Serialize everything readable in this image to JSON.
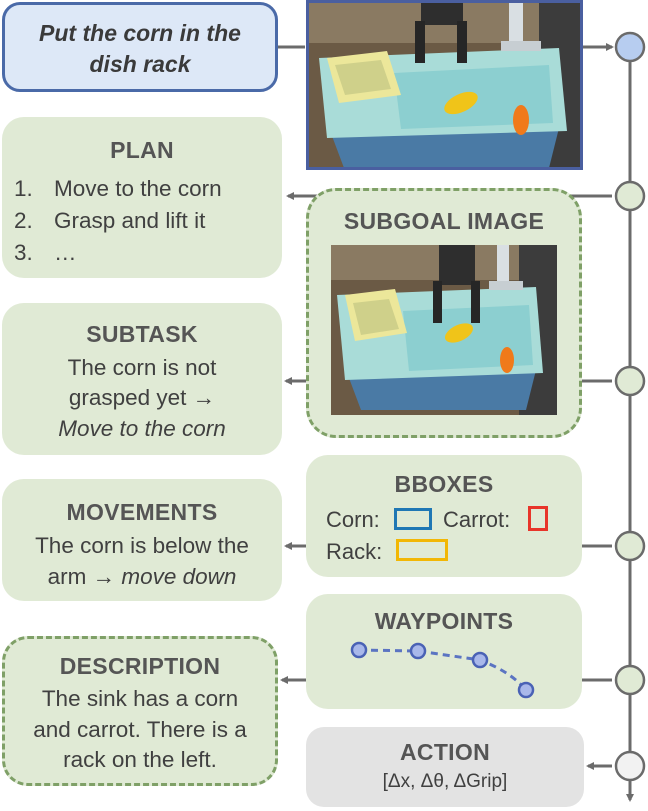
{
  "instruction": {
    "line1": "Put the corn in the",
    "line2": "dish rack"
  },
  "plan": {
    "title": "PLAN",
    "items": [
      {
        "num": "1.",
        "text": "Move to the corn"
      },
      {
        "num": "2.",
        "text": "Grasp and lift it"
      },
      {
        "num": "3.",
        "text": "…"
      }
    ]
  },
  "subgoal": {
    "title": "SUBGOAL IMAGE"
  },
  "subtask": {
    "title": "SUBTASK",
    "line1": "The corn is not",
    "line2": "grasped yet →",
    "line3": "Move to the corn"
  },
  "movements": {
    "title": "MOVEMENTS",
    "line1": "The corn is below the",
    "line2_prefix": "arm → ",
    "line2_italic": "move down"
  },
  "bboxes": {
    "title": "BBOXES",
    "items": [
      {
        "label": "Corn:",
        "color": "#1f77b4"
      },
      {
        "label": "Carrot:",
        "color": "#e8352a"
      },
      {
        "label": "Rack:",
        "color": "#f2b705"
      }
    ]
  },
  "waypoints": {
    "title": "WAYPOINTS",
    "color": "#5b74c2"
  },
  "description": {
    "title": "DESCRIPTION",
    "line1": "The sink has a corn",
    "line2": "and carrot. There is a",
    "line3": "rack on the left."
  },
  "action": {
    "title": "ACTION",
    "vector": "[Δx, Δθ, ΔGrip]"
  },
  "colors": {
    "panel": "#e0ead5",
    "dash": "#7fa067",
    "line": "#6b6b6b",
    "instruction_bg": "#dde8f7",
    "instruction_border": "#4a6aa8",
    "action_bg": "#e3e3e3"
  }
}
